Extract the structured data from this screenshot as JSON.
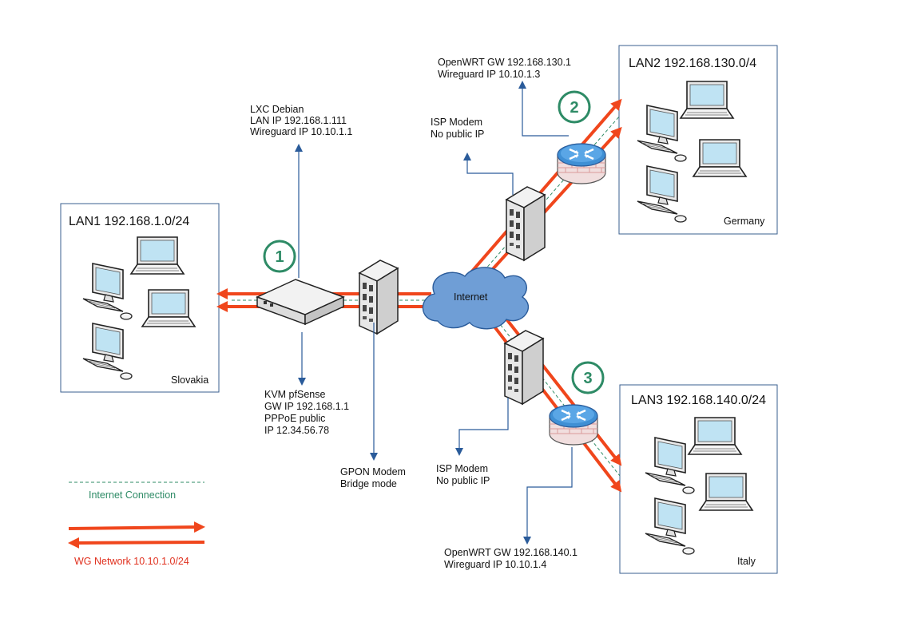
{
  "lans": {
    "lan1": {
      "title": "LAN1 192.168.1.0/24",
      "country": "Slovakia"
    },
    "lan2": {
      "title": "LAN2 192.168.130.0/4",
      "country": "Germany"
    },
    "lan3": {
      "title": "LAN3 192.168.140.0/24",
      "country": "Italy"
    }
  },
  "badges": {
    "one": "1",
    "two": "2",
    "three": "3"
  },
  "cloud_label": "Internet",
  "notes": {
    "lxc": [
      "LXC Debian",
      "LAN IP 192.168.1.111",
      "Wireguard IP 10.10.1.1"
    ],
    "kvm": [
      "KVM pfSense",
      "GW IP 192.168.1.1",
      "PPPoE public",
      "IP 12.34.56.78"
    ],
    "gpon": [
      "GPON Modem",
      "Bridge mode"
    ],
    "isp_de": [
      "ISP Modem",
      "No public IP"
    ],
    "openwrt_de": [
      "OpenWRT  GW 192.168.130.1",
      "Wireguard IP 10.10.1.3"
    ],
    "isp_it": [
      "ISP Modem",
      "No public IP"
    ],
    "openwrt_it": [
      "OpenWRT  GW 192.168.140.1",
      "Wireguard IP 10.10.1.4"
    ]
  },
  "legend": {
    "internet": "Internet Connection",
    "wg": "WG Network 10.10.1.0/24"
  },
  "colors": {
    "wg_arrow": "#f0461c",
    "internet_dash": "#2e8b66",
    "note_arrow": "#2a5b9a",
    "box_border": "#3a5f8f",
    "cloud": "#6f9ed6"
  }
}
